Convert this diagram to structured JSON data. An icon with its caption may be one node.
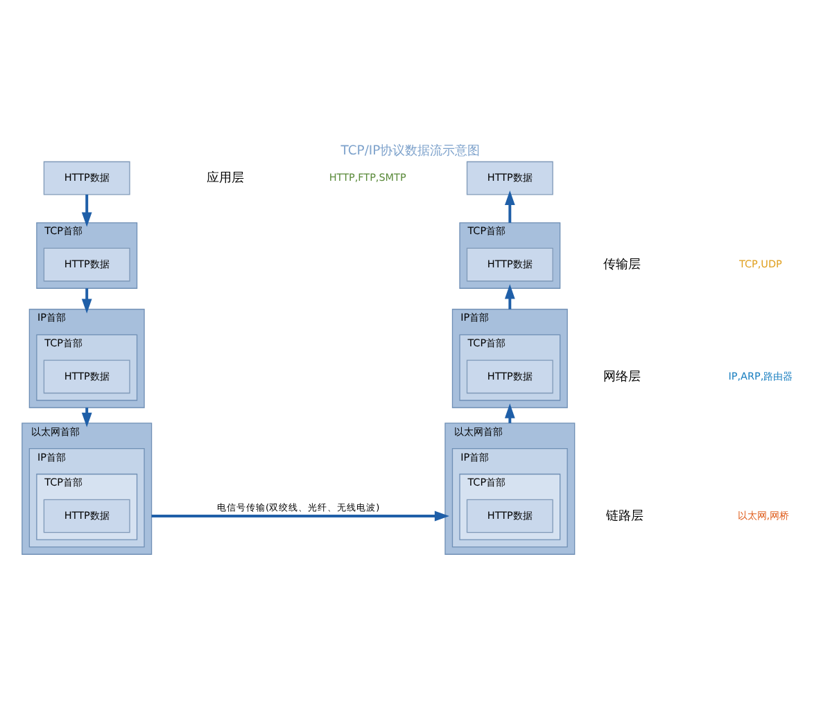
{
  "diagram": {
    "title": "TCP/IP协议数据流示意图",
    "nodes": [
      {
        "text": [
          "HTTP数据"
        ]
      },
      {
        "text": [
          "TCP首部"
        ]
      },
      {
        "text": [
          "HTTP数据"
        ],
        "in": 1
      },
      {
        "text": [
          "IP首部"
        ]
      },
      {
        "text": [
          "TCP首部"
        ],
        "in": 3
      },
      {
        "text": [
          "HTTP数据"
        ],
        "in": 4
      },
      {
        "text": [
          "以太网首部"
        ]
      },
      {
        "text": [
          "IP首部"
        ],
        "in": 6
      },
      {
        "text": [
          "TCP首部"
        ],
        "in": 7
      },
      {
        "text": [
          "HTTP数据"
        ],
        "in": 8
      },
      {
        "text": [
          "HTTP数据"
        ]
      },
      {
        "text": [
          "TCP首部"
        ]
      },
      {
        "text": [
          "HTTP数据"
        ],
        "in": 11
      },
      {
        "text": [
          "IP首部"
        ]
      },
      {
        "text": [
          "TCP首部"
        ],
        "in": 13
      },
      {
        "text": [
          "HTTP数据"
        ],
        "in": 14
      },
      {
        "text": [
          "以太网首部"
        ]
      },
      {
        "text": [
          "IP首部"
        ],
        "in": 16
      },
      {
        "text": [
          "TCP首部"
        ],
        "in": 17
      },
      {
        "text": [
          "HTTP数据"
        ],
        "in": 18
      }
    ],
    "edges": [
      {
        "from": 0,
        "to": 1,
        "arrow": "to"
      },
      {
        "from": 1,
        "to": 3,
        "arrow": "to"
      },
      {
        "from": 3,
        "to": 6,
        "arrow": "to"
      },
      {
        "from": 6,
        "to": 16,
        "arrow": "to",
        "label": "电信号传输(双绞线、光纤、无线电波)"
      },
      {
        "from": 16,
        "to": 13,
        "arrow": "to"
      },
      {
        "from": 13,
        "to": 11,
        "arrow": "to"
      },
      {
        "from": 11,
        "to": 10,
        "arrow": "to"
      }
    ],
    "labels": [
      "应用层",
      "HTTP,FTP,SMTP",
      "传输层",
      "TCP,UDP",
      "网络层",
      "IP,ARP,路由器",
      "链路层",
      "以太网,网桥"
    ]
  }
}
